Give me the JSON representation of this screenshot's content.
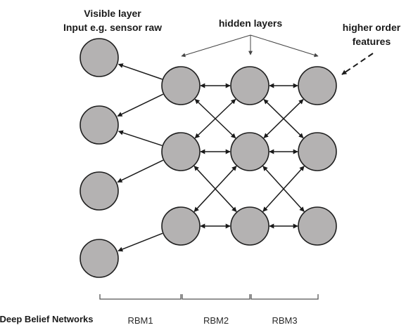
{
  "labels": {
    "visible_line1": "Visible layer",
    "visible_line2": "Input e.g. sensor raw",
    "hidden": "hidden layers",
    "higher_line1": "higher order",
    "higher_line2": "features",
    "dbn": "Deep Belief Networks"
  },
  "rbm_labels": [
    "RBM1",
    "RBM2",
    "RBM3"
  ],
  "layers": [
    {
      "name": "visible",
      "node_count": 4
    },
    {
      "name": "hidden-1",
      "node_count": 3
    },
    {
      "name": "hidden-2",
      "node_count": 3
    },
    {
      "name": "hidden-3",
      "node_count": 3
    }
  ],
  "colors": {
    "node_fill": "#b4b2b2",
    "node_stroke": "#1e1e1e",
    "edge": "#1a1a1a"
  }
}
